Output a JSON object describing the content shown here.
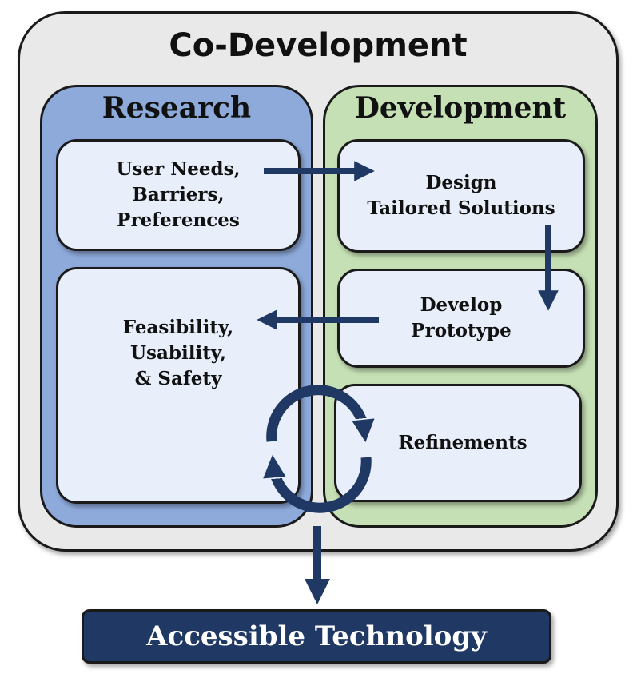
{
  "diagram": {
    "title": "Co-Development",
    "research": {
      "label": "Research",
      "needs": "User Needs,\nBarriers,\nPreferences",
      "evaluation": "Feasibility,\nUsability,\n& Safety"
    },
    "development": {
      "label": "Development",
      "design": "Design\nTailored Solutions",
      "prototype": "Develop\nPrototype",
      "refinements": "Refinements"
    },
    "output": "Accessible Technology",
    "colors": {
      "research": "#8eaadb",
      "development": "#c5e0b4",
      "box": "#e8effb",
      "arrow": "#1f3864",
      "output": "#1f3864"
    }
  }
}
